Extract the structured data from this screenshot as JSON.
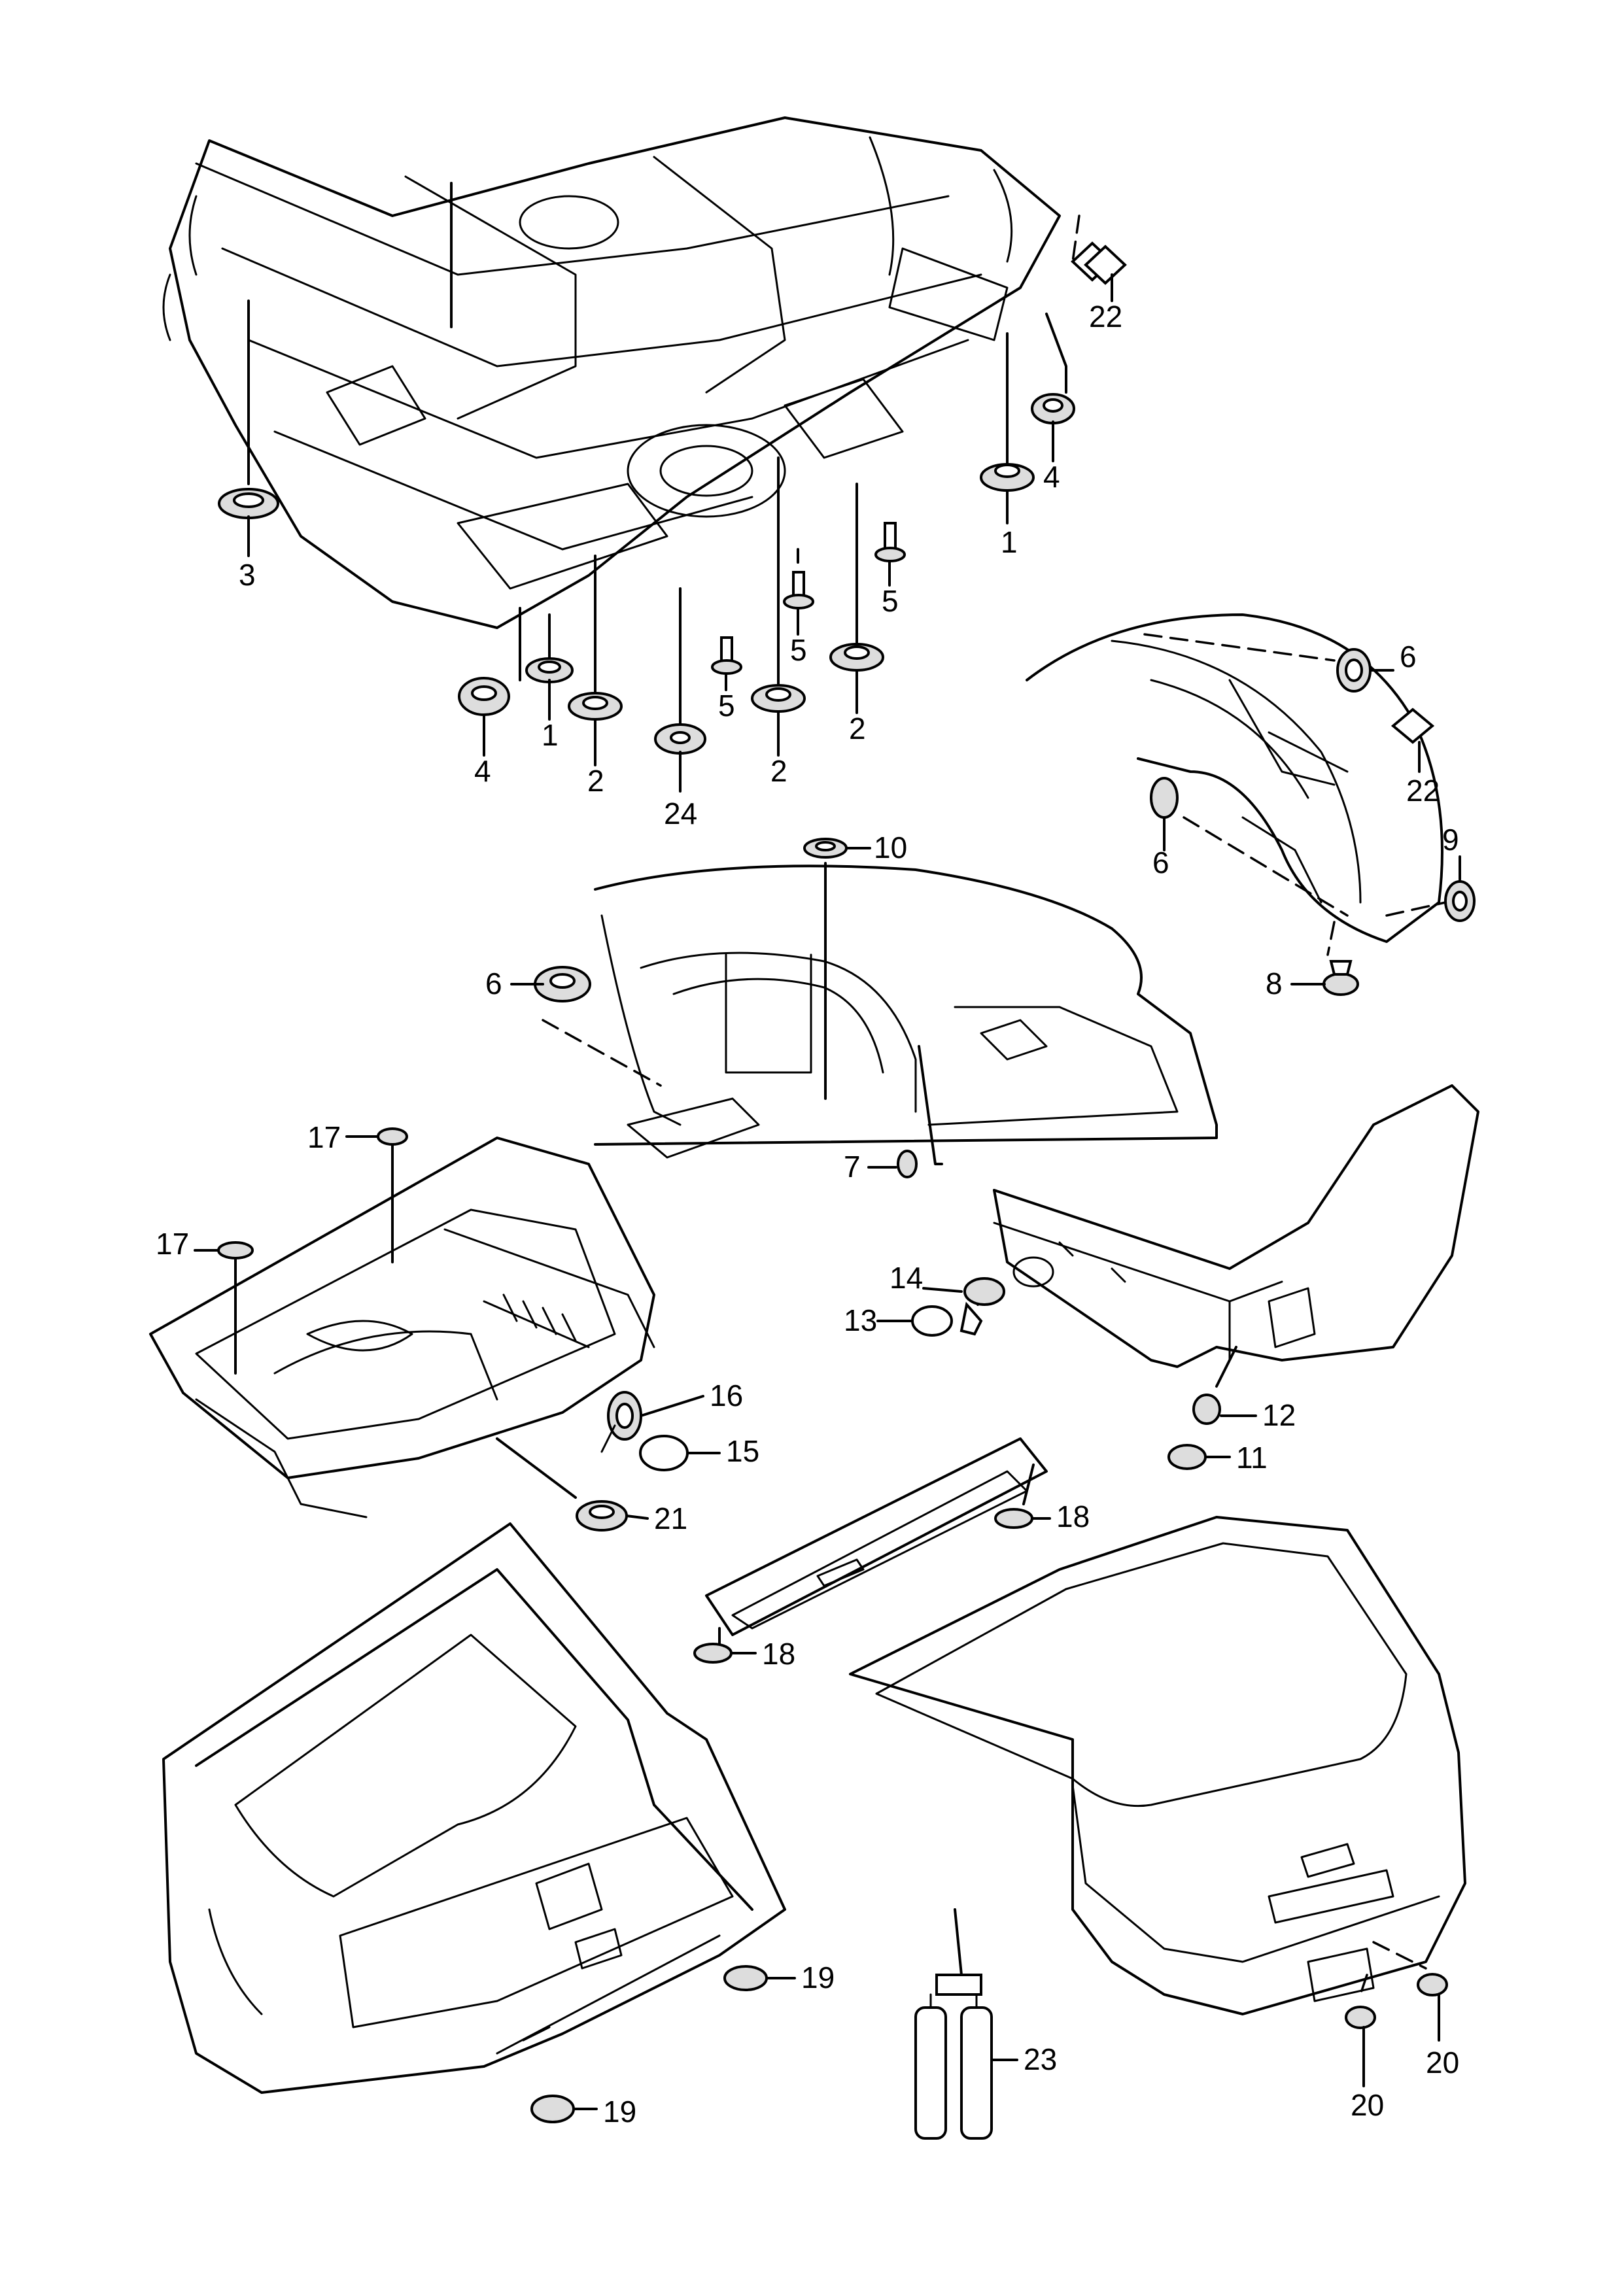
{
  "callouts": [
    {
      "id": "c1a",
      "text": "1"
    },
    {
      "id": "c1b",
      "text": "1"
    },
    {
      "id": "c2a",
      "text": "2"
    },
    {
      "id": "c2b",
      "text": "2"
    },
    {
      "id": "c2c",
      "text": "2"
    },
    {
      "id": "c3",
      "text": "3"
    },
    {
      "id": "c4a",
      "text": "4"
    },
    {
      "id": "c4b",
      "text": "4"
    },
    {
      "id": "c5a",
      "text": "5"
    },
    {
      "id": "c5b",
      "text": "5"
    },
    {
      "id": "c5c",
      "text": "5"
    },
    {
      "id": "c6a",
      "text": "6"
    },
    {
      "id": "c6b",
      "text": "6"
    },
    {
      "id": "c6c",
      "text": "6"
    },
    {
      "id": "c7",
      "text": "7"
    },
    {
      "id": "c8",
      "text": "8"
    },
    {
      "id": "c9",
      "text": "9"
    },
    {
      "id": "c10",
      "text": "10"
    },
    {
      "id": "c11",
      "text": "11"
    },
    {
      "id": "c12",
      "text": "12"
    },
    {
      "id": "c13",
      "text": "13"
    },
    {
      "id": "c14",
      "text": "14"
    },
    {
      "id": "c15",
      "text": "15"
    },
    {
      "id": "c16",
      "text": "16"
    },
    {
      "id": "c17a",
      "text": "17"
    },
    {
      "id": "c17b",
      "text": "17"
    },
    {
      "id": "c18a",
      "text": "18"
    },
    {
      "id": "c18b",
      "text": "18"
    },
    {
      "id": "c19a",
      "text": "19"
    },
    {
      "id": "c19b",
      "text": "19"
    },
    {
      "id": "c20a",
      "text": "20"
    },
    {
      "id": "c20b",
      "text": "20"
    },
    {
      "id": "c21",
      "text": "21"
    },
    {
      "id": "c22a",
      "text": "22"
    },
    {
      "id": "c22b",
      "text": "22"
    },
    {
      "id": "c23",
      "text": "23"
    },
    {
      "id": "c24",
      "text": "24"
    }
  ]
}
